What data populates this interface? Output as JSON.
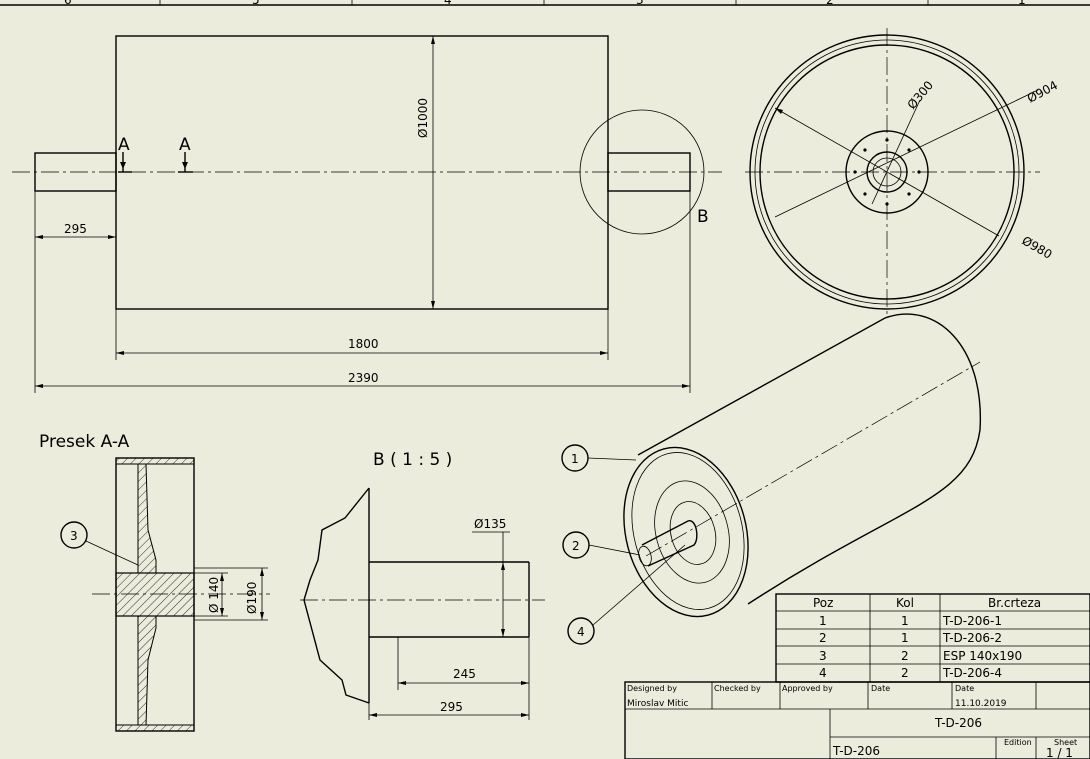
{
  "frame": {
    "zones": [
      "6",
      "5",
      "4",
      "3",
      "2",
      "1"
    ]
  },
  "front_view": {
    "section_marker_left": "A",
    "section_marker_right": "A",
    "detail_marker": "B",
    "dims": {
      "shaft_len": "295",
      "diameter": "Ø1000",
      "drum_len": "1800",
      "total_len": "2390"
    }
  },
  "side_view": {
    "dims": {
      "d_inner": "Ø300",
      "d_mid": "Ø904",
      "d_outer": "Ø980"
    }
  },
  "section_view": {
    "title": "Presek A-A",
    "balloon": "3",
    "dims": {
      "d_bore": "Ø 140",
      "d_hub": "Ø190"
    }
  },
  "detail_view": {
    "title": "B ( 1 : 5 )",
    "dims": {
      "d_shaft": "Ø135",
      "len_a": "245",
      "len_b": "295"
    }
  },
  "iso_view": {
    "balloons": [
      "1",
      "2",
      "4"
    ]
  },
  "parts_list": {
    "headers": [
      "Poz",
      "Kol",
      "Br.crteza"
    ],
    "rows": [
      [
        "1",
        "1",
        "T-D-206-1"
      ],
      [
        "2",
        "1",
        "T-D-206-2"
      ],
      [
        "3",
        "2",
        "ESP 140x190"
      ],
      [
        "4",
        "2",
        "T-D-206-4"
      ]
    ]
  },
  "title_block": {
    "designed_by_label": "Designed by",
    "designed_by": "Miroslav Mitic",
    "checked_by_label": "Checked by",
    "approved_by_label": "Approved by",
    "date_label_1": "Date",
    "date_label_2": "Date",
    "date": "11.10.2019",
    "title": "T-D-206",
    "drawing_no": "T-D-206",
    "edition_label": "Edition",
    "sheet_label": "Sheet",
    "sheet": "1 / 1"
  }
}
